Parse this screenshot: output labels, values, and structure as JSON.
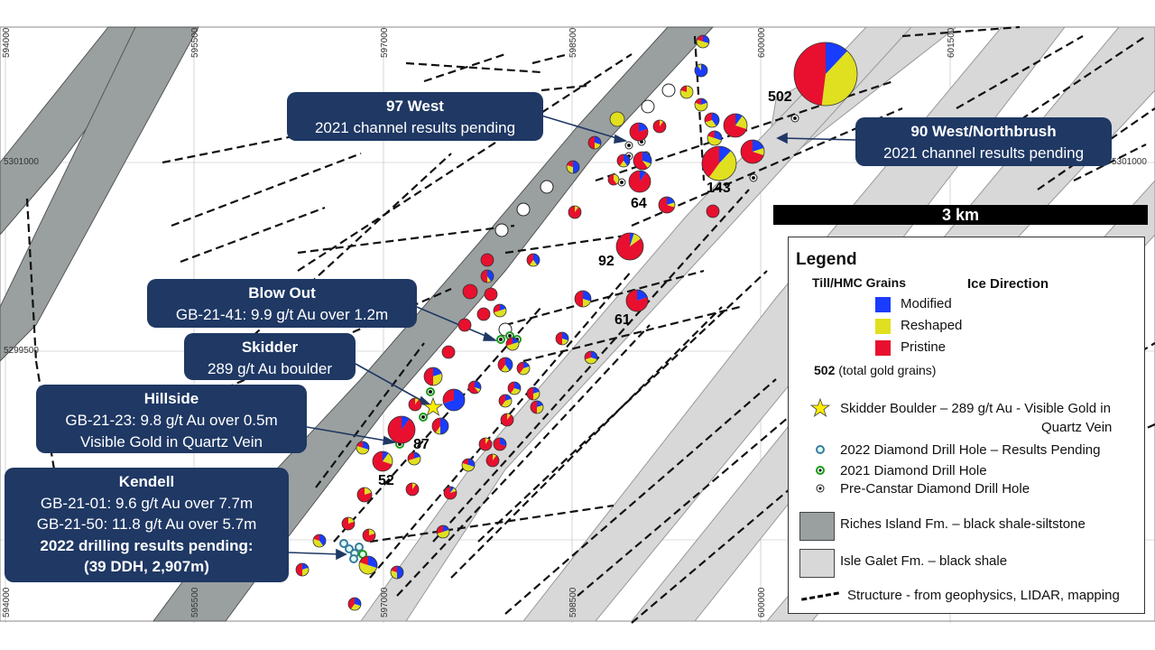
{
  "map": {
    "x_ticks_top": [
      "594000",
      "595500",
      "597000",
      "598500",
      "600000",
      "601500"
    ],
    "x_ticks_bottom": [
      "594000",
      "595500",
      "597000",
      "598500",
      "600000"
    ],
    "y_ticks_left": [
      "5301000",
      "5299500"
    ],
    "y_ticks_right": [
      "5301000"
    ],
    "scale_bar": "3 km",
    "colors": {
      "modified": "#1a3cff",
      "reshaped": "#e0e020",
      "pristine": "#e8102e",
      "riches": "#9aa0a0",
      "isle": "#d8d8d8",
      "callout": "#1f3864"
    }
  },
  "callouts": {
    "west97": {
      "title": "97 West",
      "line1": "2021 channel results pending"
    },
    "northbrush": {
      "title": "90 West/Northbrush",
      "line1": "2021 channel results pending"
    },
    "blowout": {
      "title": "Blow Out",
      "line1": "GB-21-41: 9.9 g/t Au over 1.2m"
    },
    "skidder": {
      "title": "Skidder",
      "line1": "289 g/t Au boulder"
    },
    "hillside": {
      "title": "Hillside",
      "line1": "GB-21-23: 9.8 g/t Au over 0.5m",
      "line2": "Visible Gold in Quartz Vein"
    },
    "kendell": {
      "title": "Kendell",
      "line1": "GB-21-01: 9.6 g/t Au over 7.7m",
      "line2": "GB-21-50: 11.8 g/t Au over 5.7m",
      "line3": "2022 drilling results pending:",
      "line4": "(39 DDH, 2,907m)"
    }
  },
  "point_labels": {
    "p502": "502",
    "p143": "143",
    "p64": "64",
    "p92": "92",
    "p61": "61",
    "p87": "87",
    "p52": "52"
  },
  "legend": {
    "title": "Legend",
    "grains_title": "Till/HMC Grains",
    "modified": "Modified",
    "reshaped": "Reshaped",
    "pristine": "Pristine",
    "total_num": "502",
    "total_text": "(total gold grains)",
    "ice": "Ice Direction",
    "skidder_line1": "Skidder Boulder – 289 g/t Au - Visible Gold in",
    "skidder_line2": "Quartz Vein",
    "ddh2022": "2022 Diamond Drill Hole – Results  Pending",
    "ddh2021": "2021 Diamond Drill Hole",
    "precanstar": "Pre-Canstar Diamond Drill Hole",
    "riches": "Riches Island Fm. – black shale-siltstone",
    "isle": "Isle Galet Fm. – black shale",
    "structure": "Structure  - from geophysics, LIDAR, mapping"
  }
}
